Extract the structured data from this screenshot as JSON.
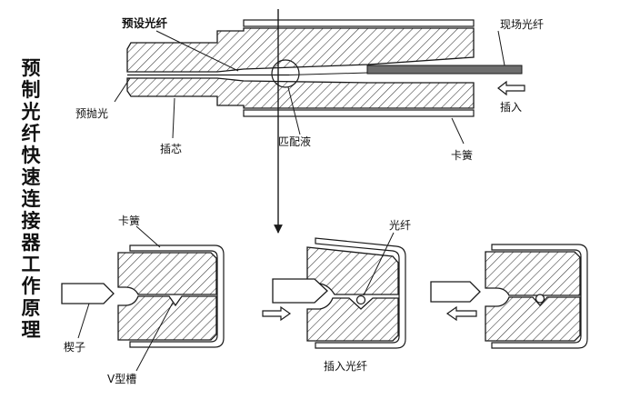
{
  "title": "预制光纤快速连接器工作原理",
  "labels": {
    "preset_fiber": "预设光纤",
    "field_fiber": "现场光纤",
    "pre_polish": "预抛光",
    "ferrule": "插芯",
    "matching_gel": "匹配液",
    "clip_top": "卡簧",
    "insert_top": "插入",
    "clip_bottom": "卡簧",
    "fiber": "光纤",
    "wedge": "楔子",
    "v_groove": "V型槽",
    "insert_fiber": "插入光纤"
  },
  "colors": {
    "ink": "#1a1a1a",
    "hatch": "#333333",
    "fiber_gray": "#6e6e6e"
  }
}
